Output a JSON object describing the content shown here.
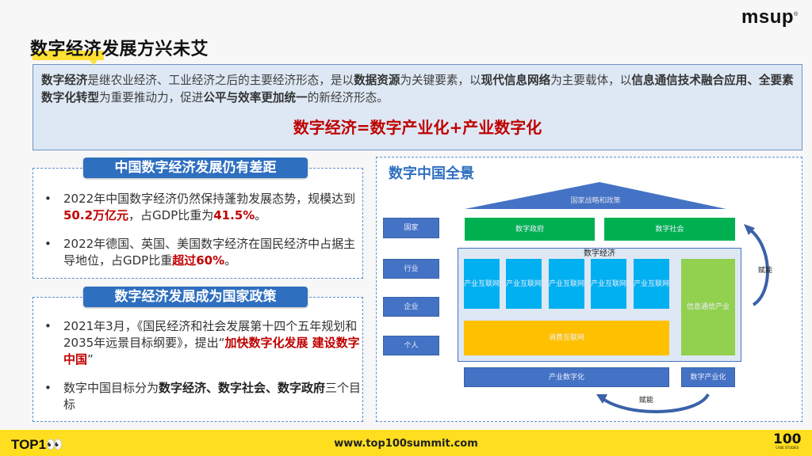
{
  "header": {
    "title": "数字经济发展方兴未艾",
    "logo": "msup",
    "logo_mark": "®"
  },
  "definition": {
    "segments": [
      {
        "t": "数字经济",
        "bold": true
      },
      {
        "t": "是继农业经济、工业经济之后的主要经济形态，是以",
        "bold": false
      },
      {
        "t": "数据资源",
        "bold": true
      },
      {
        "t": "为关键要素，以",
        "bold": false
      },
      {
        "t": "现代信息网络",
        "bold": true
      },
      {
        "t": "为主要载体，以",
        "bold": false
      },
      {
        "t": "信息通信技术融合应用、全要素数字化转型",
        "bold": true
      },
      {
        "t": "为重要推动力，促进",
        "bold": false
      },
      {
        "t": "公平与效率更加统一",
        "bold": true
      },
      {
        "t": "的新经济形态。",
        "bold": false
      }
    ],
    "formula": "数字经济=数字产业化+产业数字化"
  },
  "section1": {
    "title": "中国数字经济发展仍有差距",
    "bullets": [
      {
        "a": "2022年中国数字经济仍然保持蓬勃发展态势，规模达到",
        "r1": "50.2万亿元",
        "b": "，占GDP比重为",
        "r2": "41.5%",
        "c": "。"
      },
      {
        "a": "2022年德国、英国、美国数字经济在国民经济中占据主导地位，占GDP比重",
        "r1": "超过60%",
        "c": "。"
      }
    ]
  },
  "section2": {
    "title": "数字经济发展成为国家政策",
    "bullets": [
      {
        "a": "2021年3月，《国民经济和社会发展第十四个五年规划和2035年远景目标纲要》，提出“",
        "r1": "加快数字化发展 建设数字中国",
        "c": "”"
      },
      {
        "a": "数字中国目标分为",
        "b1": "数字经济、数字社会、数字政府",
        "c": "三个目标"
      }
    ]
  },
  "diagram": {
    "title": "数字中国全景",
    "roof": "国家战略和政策",
    "levels": [
      "国家",
      "行业",
      "企业",
      "个人"
    ],
    "top": [
      "数字政府",
      "数字社会"
    ],
    "economy_label": "数字经济",
    "industrial_internet": [
      "产业互联网",
      "产业互联网",
      "产业互联网",
      "产业互联网",
      "产业互联网"
    ],
    "consumer_internet": "消费互联网",
    "ict": "信息通信产业",
    "bottom": [
      "产业数字化",
      "数字产业化"
    ],
    "empower_right": "赋能",
    "empower_bottom": "赋能",
    "colors": {
      "blue": "#4472c4",
      "green": "#00b050",
      "cyan": "#00b0f0",
      "yellow": "#ffc000",
      "lightgreen": "#92d050"
    }
  },
  "footer": {
    "brand": "TOP1",
    "url": "www.top100summit.com",
    "badge": "100",
    "badge_sub": "CASE STUDIES"
  }
}
